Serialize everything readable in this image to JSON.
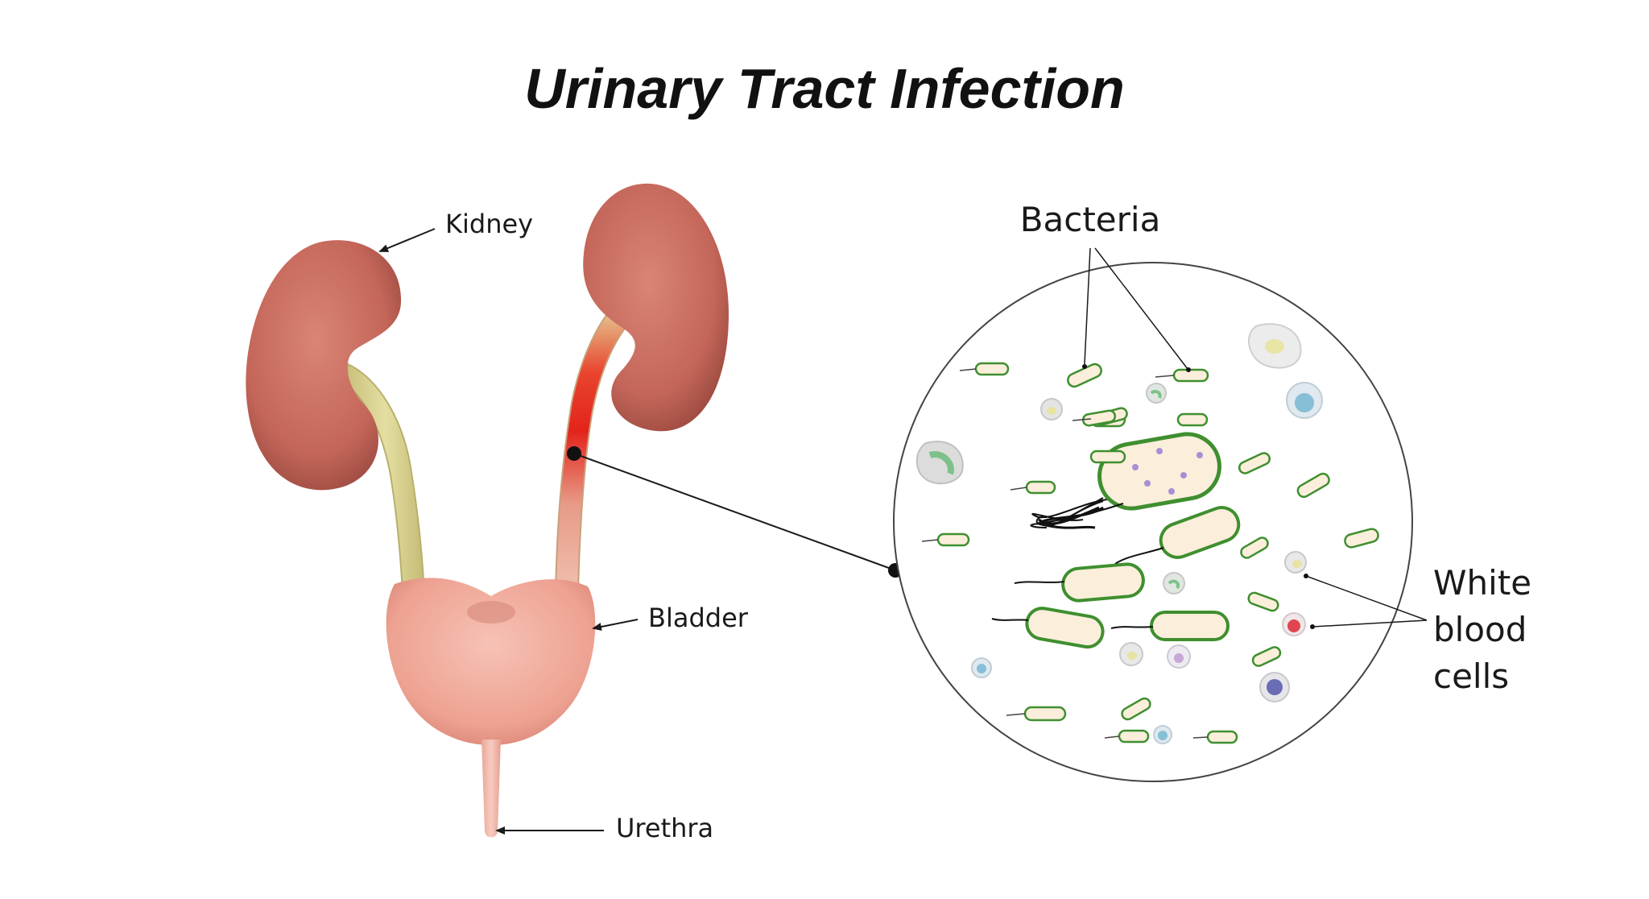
{
  "title": "Urinary Tract Infection",
  "labels": {
    "kidney": "Kidney",
    "bladder": "Bladder",
    "urethra": "Urethra",
    "bacteria": "Bacteria",
    "wbc_line1": "White",
    "wbc_line2": "blood",
    "wbc_line3": "cells"
  },
  "colors": {
    "kidney": "#c96a5a",
    "ureter": "#d8d28c",
    "bladder": "#f0a99c",
    "infection": "#e3241b",
    "bacteria_outline": "#3f8f2f",
    "bacteria_fill": "#fbeedb"
  },
  "icons": [
    "kidney-icon",
    "ureter-icon",
    "bladder-icon",
    "bacteria-icon",
    "white-blood-cell-icon"
  ]
}
